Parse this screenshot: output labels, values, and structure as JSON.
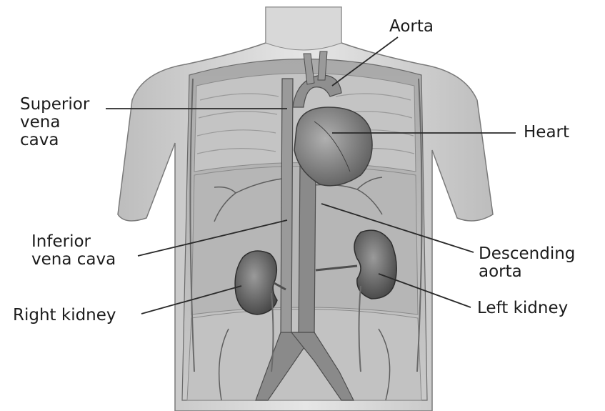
{
  "diagram": {
    "colors": {
      "background": "#ffffff",
      "ink": "#1c1c1c",
      "tissue": "#cfcfcf",
      "tissue_light": "#e2e2e2",
      "vessel": "#8c8c8c",
      "vessel_dark": "#5e5e5e",
      "organ": "#6f6f6f"
    },
    "labels": {
      "aorta": "Aorta",
      "superior_vena_cava": "Superior\nvena\ncava",
      "heart": "Heart",
      "inferior_vena_cava": "Inferior\nvena cava",
      "descending_aorta": "Descending\naorta",
      "right_kidney": "Right kidney",
      "left_kidney": "Left kidney"
    }
  }
}
